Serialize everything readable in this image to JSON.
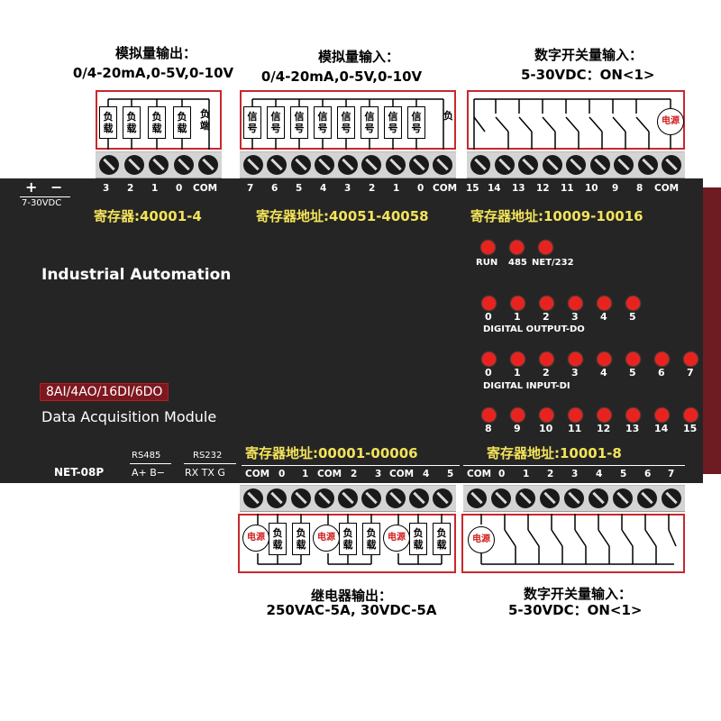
{
  "captions": {
    "ao_title": "模拟量输出：",
    "ao_range": "0/4-20mA,0-5V,0-10V",
    "ai_title": "模拟量输入：",
    "ai_range": "0/4-20mA,0-5V,0-10V",
    "di_top_title": "数字开关量输入：",
    "di_top_range": "5-30VDC：ON<1>",
    "relay_title": "继电器输出：",
    "relay_range": "250VAC-5A, 30VDC-5A",
    "di_bottom_title": "数字开关量输入：",
    "di_bottom_range": "5-30VDC：ON<1>"
  },
  "load_texts": {
    "load": "负载",
    "neg_terminal": "负端",
    "negative": "负",
    "signal": "信号",
    "power": "电源"
  },
  "top_terminals": {
    "power_plus": "+",
    "power_minus": "−",
    "power_range": "7-30VDC",
    "ao": [
      "3",
      "2",
      "1",
      "0",
      "COM"
    ],
    "ai": [
      "7",
      "6",
      "5",
      "4",
      "3",
      "2",
      "1",
      "0",
      "COM"
    ],
    "di": [
      "15",
      "14",
      "13",
      "12",
      "11",
      "10",
      "9",
      "8",
      "COM"
    ]
  },
  "registers": {
    "ao": "寄存器:40001-4",
    "ai": "寄存器地址:40051-40058",
    "di_high": "寄存器地址:10009-10016",
    "do": "寄存器地址:00001-00006",
    "di_low": "寄存器地址:10001-8"
  },
  "device": {
    "title": "Industrial Automation",
    "model_badge": "8AI/4AO/16DI/6DO",
    "subtitle": "Data Acquisition Module",
    "model": "NET-08P",
    "rs485": "RS485",
    "rs485_pins": "A+ B−",
    "rs232": "RS232",
    "rs232_pins": "RX TX G"
  },
  "leds": {
    "status": [
      "RUN",
      "485",
      "NET/232"
    ],
    "do_nums": [
      "0",
      "1",
      "2",
      "3",
      "4",
      "5"
    ],
    "do_label": "DIGITAL OUTPUT-DO",
    "di_low_nums": [
      "0",
      "1",
      "2",
      "3",
      "4",
      "5",
      "6",
      "7"
    ],
    "di_label": "DIGITAL INPUT-DI",
    "di_high_nums": [
      "8",
      "9",
      "10",
      "11",
      "12",
      "13",
      "14",
      "15"
    ]
  },
  "bottom_terminals": {
    "relay": [
      "COM",
      "0",
      "1",
      "COM",
      "2",
      "3",
      "COM",
      "4",
      "5"
    ],
    "di": [
      "COM",
      "0",
      "1",
      "2",
      "3",
      "4",
      "5",
      "6",
      "7"
    ]
  },
  "colors": {
    "device_body": "#252525",
    "register_text": "#f3e35a",
    "led": "#e8231f",
    "wire_box": "#c8282d"
  }
}
